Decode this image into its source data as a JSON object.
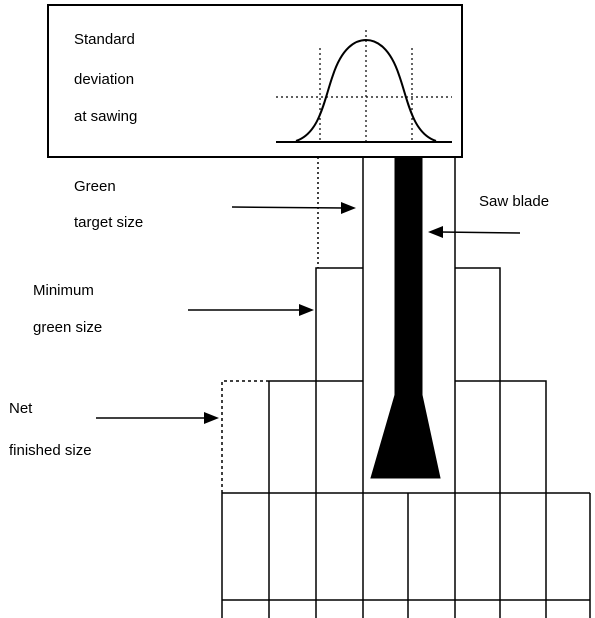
{
  "legend_box": {
    "lines": [
      "Standard",
      "deviation",
      "at sawing"
    ]
  },
  "labels": {
    "green_target_size": [
      "Green",
      "target size"
    ],
    "saw_blade": "Saw blade",
    "minimum_green_size": [
      "Minimum",
      "green size"
    ],
    "net_finished_size": [
      "Net",
      "finished size"
    ]
  },
  "colors": {
    "ink": "#000000",
    "background": "#ffffff"
  }
}
